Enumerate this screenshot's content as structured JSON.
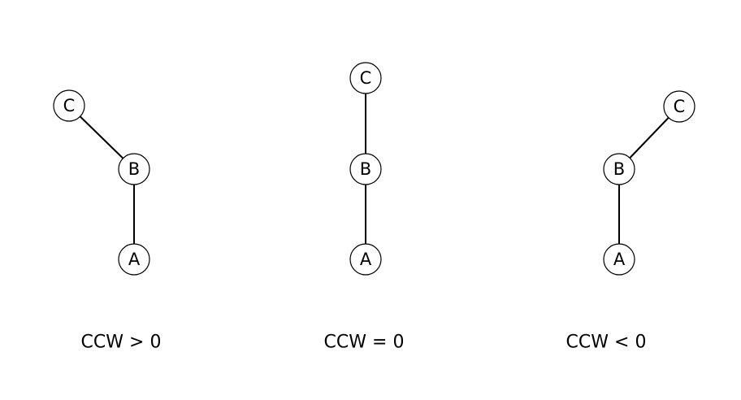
{
  "diagrams": [
    {
      "caption": "CCW > 0",
      "nodes": [
        {
          "id": "A",
          "label": "A"
        },
        {
          "id": "B",
          "label": "B"
        },
        {
          "id": "C",
          "label": "C"
        }
      ],
      "edges": [
        [
          "A",
          "B"
        ],
        [
          "B",
          "C"
        ]
      ]
    },
    {
      "caption": "CCW = 0",
      "nodes": [
        {
          "id": "A",
          "label": "A"
        },
        {
          "id": "B",
          "label": "B"
        },
        {
          "id": "C",
          "label": "C"
        }
      ],
      "edges": [
        [
          "A",
          "B"
        ],
        [
          "B",
          "C"
        ]
      ]
    },
    {
      "caption": "CCW < 0",
      "nodes": [
        {
          "id": "A",
          "label": "A"
        },
        {
          "id": "B",
          "label": "B"
        },
        {
          "id": "C",
          "label": "C"
        }
      ],
      "edges": [
        [
          "A",
          "B"
        ],
        [
          "B",
          "C"
        ]
      ]
    }
  ]
}
